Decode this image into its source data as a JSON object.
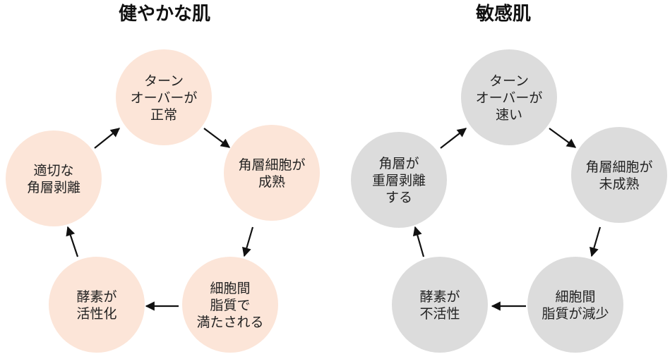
{
  "colors": {
    "healthy_fill": "#FCE5D8",
    "sensitive_fill": "#DCDCDC",
    "arrow": "#111111",
    "text": "#222222"
  },
  "diagrams": [
    {
      "title": "健やかな肌",
      "nodes": [
        {
          "lines": [
            "ターン",
            "オーバーが",
            "正常"
          ]
        },
        {
          "lines": [
            "角層細胞が",
            "成熟"
          ]
        },
        {
          "lines": [
            "細胞間",
            "脂質で",
            "満たされる"
          ]
        },
        {
          "lines": [
            "酵素が",
            "活性化"
          ]
        },
        {
          "lines": [
            "適切な",
            "角層剥離"
          ]
        }
      ]
    },
    {
      "title": "敏感肌",
      "nodes": [
        {
          "lines": [
            "ターン",
            "オーバーが",
            "速い"
          ]
        },
        {
          "lines": [
            "角層細胞が",
            "未成熟"
          ]
        },
        {
          "lines": [
            "細胞間",
            "脂質が減少"
          ]
        },
        {
          "lines": [
            "酵素が",
            "不活性"
          ]
        },
        {
          "lines": [
            "角層が",
            "重層剥離",
            "する"
          ]
        }
      ]
    }
  ]
}
